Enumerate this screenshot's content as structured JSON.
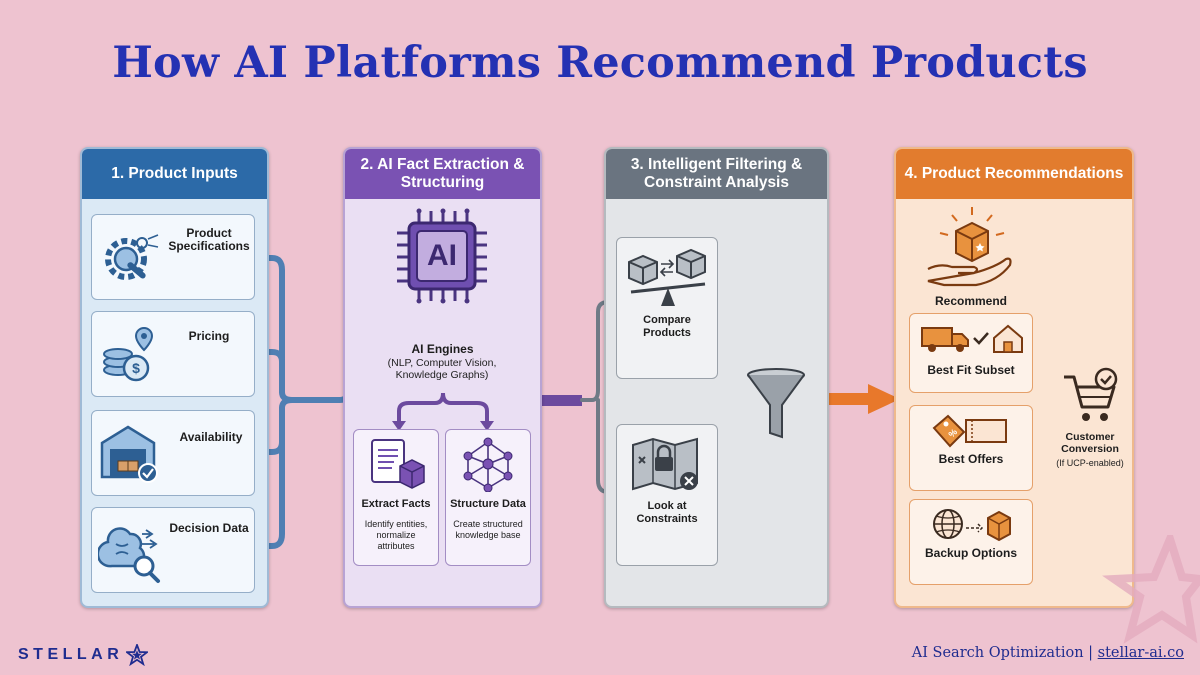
{
  "title": "How AI Platforms Recommend Products",
  "stages": [
    {
      "header": "1. Product Inputs",
      "items": [
        "Product Specifications",
        "Pricing",
        "Availability",
        "Decision Data"
      ]
    },
    {
      "header": "2. AI Fact Extraction & Structuring",
      "chip_text": "AI",
      "engine_title": "AI Engines",
      "engine_sub": "(NLP, Computer Vision, Knowledge Graphs)",
      "sub_cards": [
        {
          "title": "Extract Facts",
          "desc": "Identify entities, normalize attributes"
        },
        {
          "title": "Structure Data",
          "desc": "Create structured knowledge base"
        }
      ]
    },
    {
      "header": "3. Intelligent Filtering & Constraint Analysis",
      "items": [
        "Compare Products",
        "Look at Constraints"
      ]
    },
    {
      "header": "4. Product Recommendations",
      "recommend_label": "Recommend",
      "items": [
        "Best Fit Subset",
        "Best Offers",
        "Backup Options"
      ],
      "conversion_title": "Customer Conversion",
      "conversion_sub": "(If UCP-enabled)"
    }
  ],
  "footer": {
    "brand": "STELLAR",
    "tagline": "AI Search Optimization |",
    "link": "stellar-ai.co"
  },
  "colors": {
    "background": "#eec3d0",
    "title": "#2431b3",
    "stage1": "#2c6aa8",
    "stage2": "#7a52b3",
    "stage3": "#6a7480",
    "stage4": "#e27c2e"
  }
}
